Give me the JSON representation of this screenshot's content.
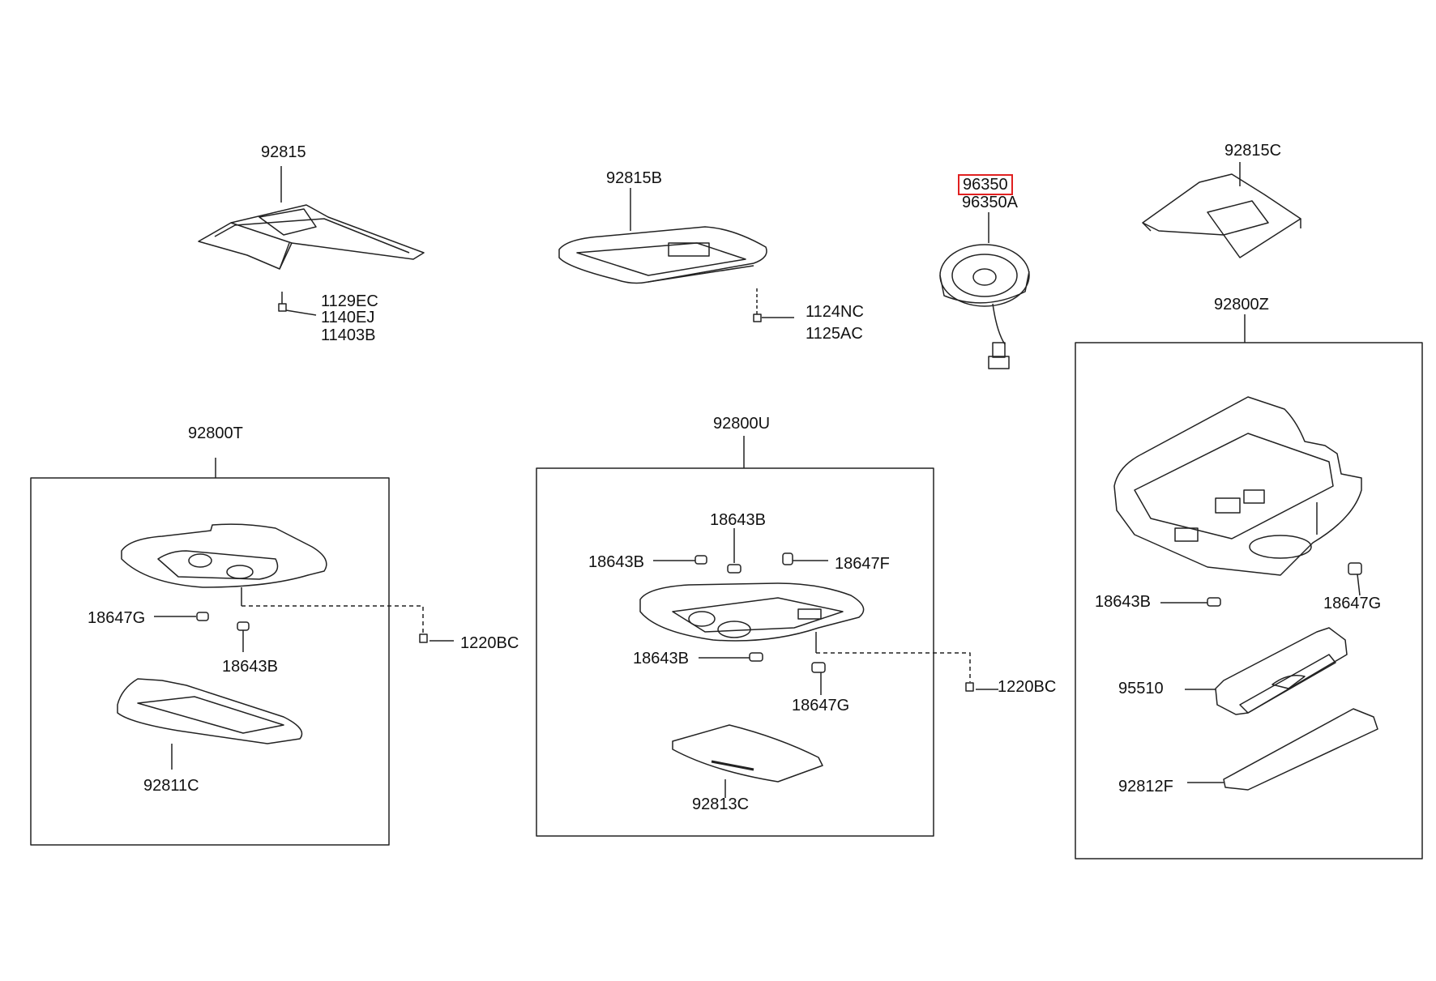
{
  "colors": {
    "line": "#222222",
    "highlight": "#e02020",
    "background": "#ffffff"
  },
  "highlighted_part": "96350",
  "labels": {
    "p92815": "92815",
    "p92815b": "92815B",
    "p96350": "96350",
    "p96350a": "96350A",
    "p92815c": "92815C",
    "p1129ec": "1129EC",
    "p1140ej": "1140EJ",
    "p11403b": "11403B",
    "p1124nc": "1124NC",
    "p1125ac": "1125AC",
    "p92800z": "92800Z",
    "p92800t": "92800T",
    "p92800u": "92800U",
    "t_18647g": "18647G",
    "t_18643b": "18643B",
    "t_1220bc": "1220BC",
    "t_92811c": "92811C",
    "u_18643b_top": "18643B",
    "u_18643b_left": "18643B",
    "u_18647f": "18647F",
    "u_18643b_mid": "18643B",
    "u_18647g": "18647G",
    "u_1220bc": "1220BC",
    "u_92813c": "92813C",
    "z_18643b": "18643B",
    "z_18647g": "18647G",
    "z_95510": "95510",
    "z_92812f": "92812F"
  }
}
